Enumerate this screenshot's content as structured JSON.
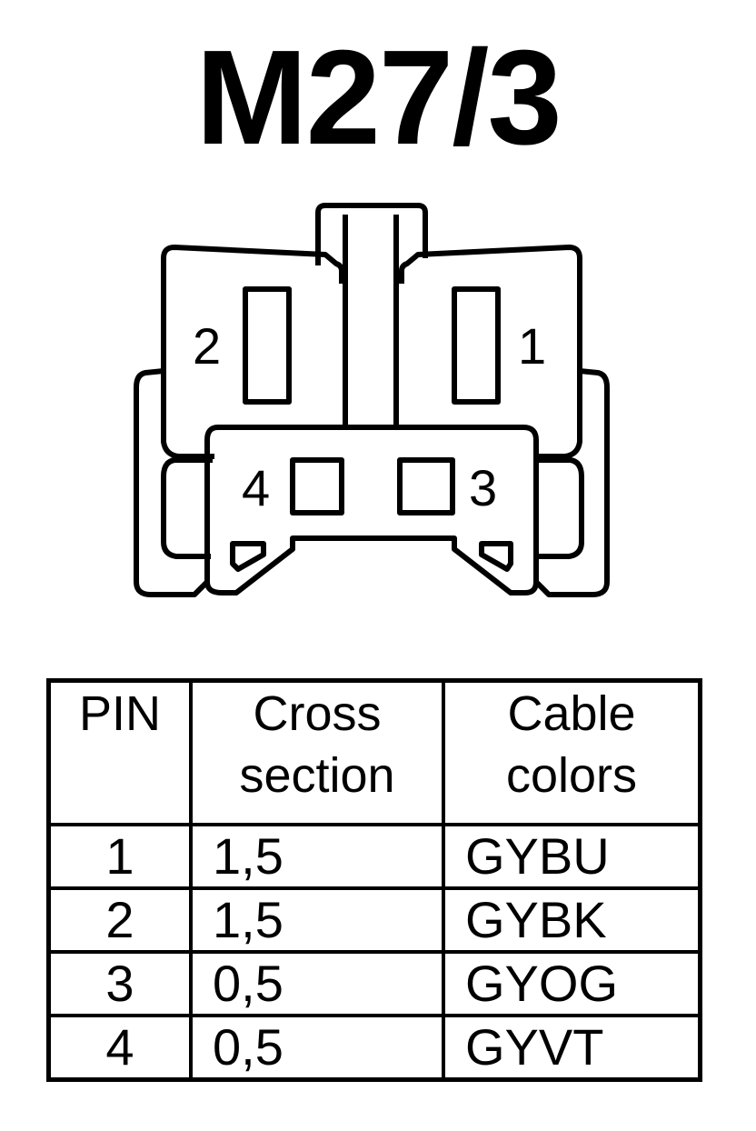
{
  "title": "M27/3",
  "connector": {
    "pin_labels": [
      "1",
      "2",
      "3",
      "4"
    ]
  },
  "table": {
    "headers": {
      "pin": "PIN",
      "cross_section": [
        "Cross",
        "section"
      ],
      "cable_colors": [
        "Cable",
        "colors"
      ]
    },
    "rows": [
      {
        "pin": "1",
        "cross_section": "1,5",
        "color": "GYBU"
      },
      {
        "pin": "2",
        "cross_section": "1,5",
        "color": "GYBK"
      },
      {
        "pin": "3",
        "cross_section": "0,5",
        "color": "GYOG"
      },
      {
        "pin": "4",
        "cross_section": "0,5",
        "color": "GYVT"
      }
    ]
  }
}
